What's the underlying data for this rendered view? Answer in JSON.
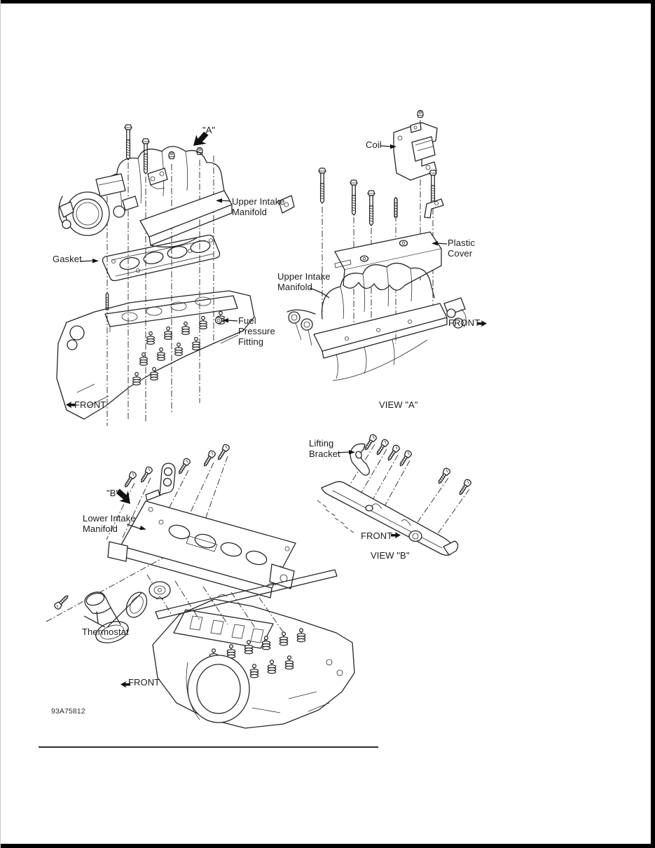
{
  "page": {
    "figure_code": "93A75812",
    "background": "#ffffff",
    "border_color": "#000000",
    "line_color": "#262626"
  },
  "icons": {
    "view_arrow_a": "thick-filled-arrow-pointing-southwest",
    "view_arrow_b": "thick-filled-arrow-pointing-southeast",
    "front_arrow_left": "small-filled-arrow-pointing-left",
    "front_arrow_right": "small-filled-arrow-pointing-right"
  },
  "diagram_top_left": {
    "description": "upper intake manifold exploded view over engine",
    "view_marker": "\"A\"",
    "labels": {
      "upper_intake_manifold": "Upper Intake Manifold",
      "gasket": "Gasket",
      "fuel_pressure_fitting": "Fuel Pressure Fitting",
      "front": "FRONT"
    }
  },
  "diagram_view_a": {
    "description": "coil, plastic cover and upper intake manifold exploded view",
    "labels": {
      "coil": "Coil",
      "plastic_cover": "Plastic Cover",
      "upper_intake_manifold": "Upper Intake Manifold",
      "front": "FRONT"
    },
    "caption": "VIEW \"A\""
  },
  "diagram_bottom_left": {
    "description": "lower intake manifold, thermostat and engine block exploded view",
    "view_marker": "\"B\"",
    "labels": {
      "lower_intake_manifold": "Lower Intake Manifold",
      "thermostat": "Thermostat",
      "front": "FRONT"
    }
  },
  "diagram_view_b": {
    "description": "lifting bracket and fuel rail bolts exploded view",
    "labels": {
      "lifting_bracket": "Lifting Bracket",
      "front": "FRONT"
    },
    "caption": "VIEW \"B\""
  }
}
